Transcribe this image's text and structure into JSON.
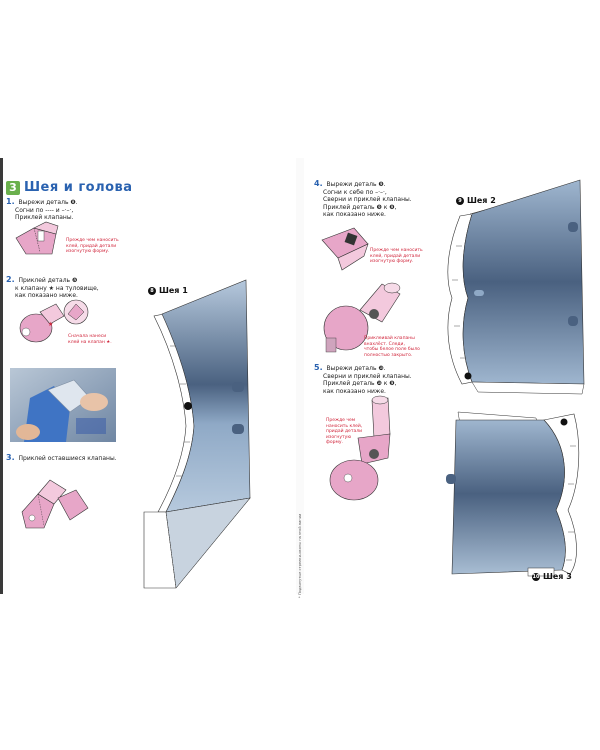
{
  "section": {
    "number": "3",
    "title": "Шея и голова"
  },
  "left_steps": [
    {
      "num": "1.",
      "lines": [
        "Вырежи деталь ❽.",
        "Согни по ---- и –·–·,",
        "Приклей клапаны."
      ]
    },
    {
      "num": "2.",
      "lines": [
        "Приклей деталь ❽",
        "к клапану ★ на туловище,",
        "как показано ниже."
      ]
    },
    {
      "num": "3.",
      "lines": [
        "Приклей оставшиеся клапаны."
      ]
    }
  ],
  "left_notes": [
    {
      "lines": [
        "Прежде чем наносить",
        "клей, придай детали",
        "изогнутую форму."
      ]
    },
    {
      "lines": [
        "Сначала нанеси",
        "клей на клапан ★."
      ]
    }
  ],
  "right_steps": [
    {
      "num": "4.",
      "lines": [
        "Вырежи деталь ❾.",
        "Согни к себе по –·–·,",
        "Сверни и приклей клапаны.",
        "Приклей деталь ❾ к ❽,",
        "как показано ниже."
      ]
    },
    {
      "num": "5.",
      "lines": [
        "Вырежи деталь ❿.",
        "Сверни и приклей клапаны.",
        "Приклей деталь ❿ к ❾,",
        "как показано ниже."
      ]
    }
  ],
  "right_notes": [
    {
      "lines": [
        "Прежде чем наносить",
        "клей, придай детали",
        "изогнутую форму."
      ]
    },
    {
      "lines": [
        "Приклеивай клапаны",
        "внахлёст. Следи,",
        "чтобы белое поле было",
        "полностью закрыто."
      ]
    },
    {
      "lines": [
        "Прежде чем",
        "наносить клей,",
        "придай детали",
        "изогнутую",
        "форму."
      ]
    }
  ],
  "pieces": [
    {
      "num": "8",
      "label": "Шея 1"
    },
    {
      "num": "9",
      "label": "Шея 2"
    },
    {
      "num": "10",
      "label": "Шея 3"
    }
  ],
  "side_note": "* Подвинутые стрелки-иконы на этой линии",
  "colors": {
    "accent": "#2a62b0",
    "badge": "#6ab04c",
    "note": "#d0243a",
    "piece_blue": "#8fa9c6",
    "piece_dark": "#4a6180",
    "pink": "#e7a6c8"
  }
}
